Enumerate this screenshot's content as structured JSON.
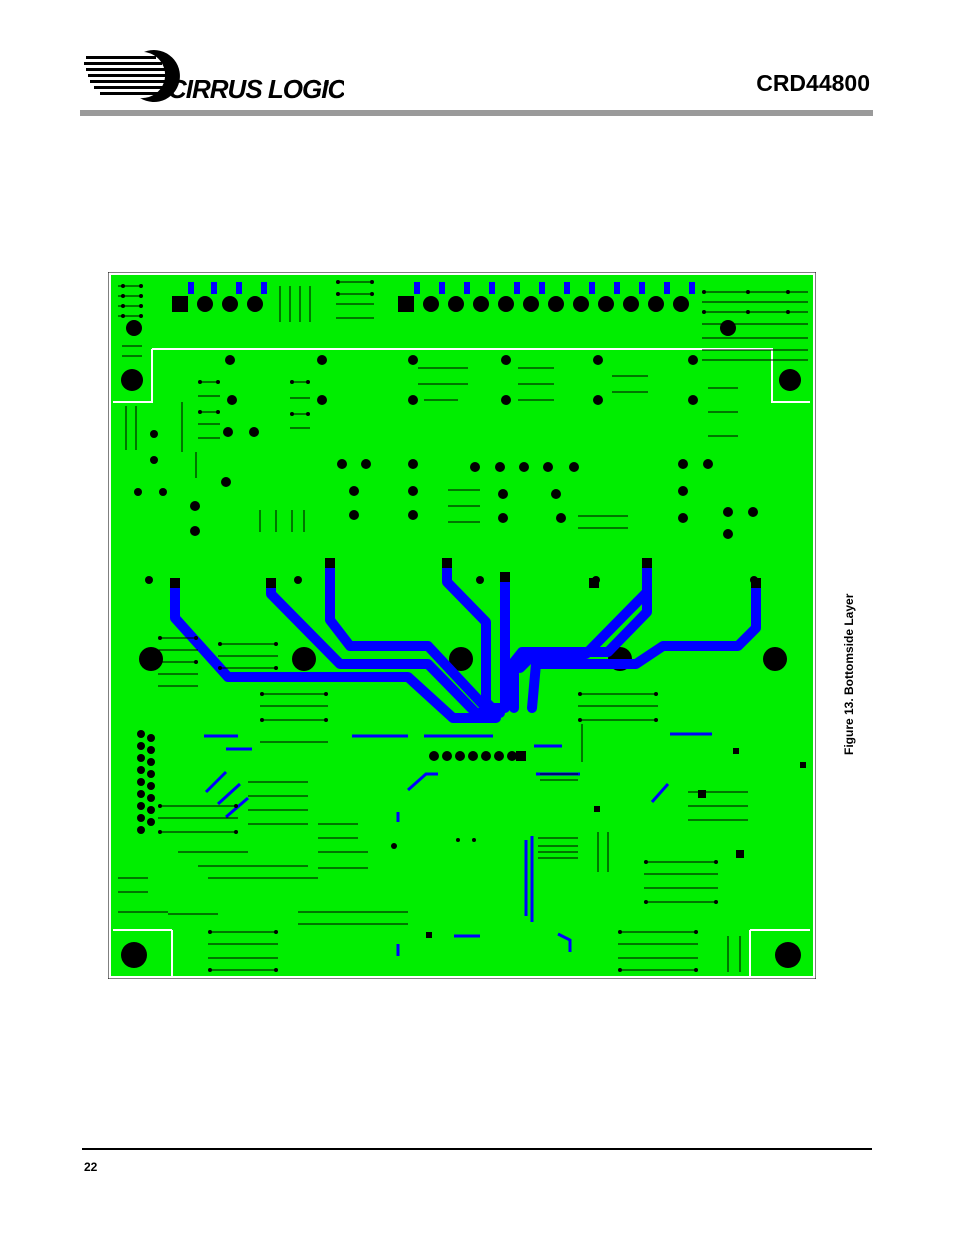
{
  "header": {
    "logo_text": "CIRRUS LOGIC",
    "doc_title": "CRD44800"
  },
  "figure": {
    "caption": "Figure 13.  Bottomside Layer",
    "colors": {
      "board": "#00ee00",
      "trace": "#0000ff",
      "pad": "#000000",
      "outline": "#ffffff"
    }
  },
  "footer": {
    "page_number": "22"
  }
}
